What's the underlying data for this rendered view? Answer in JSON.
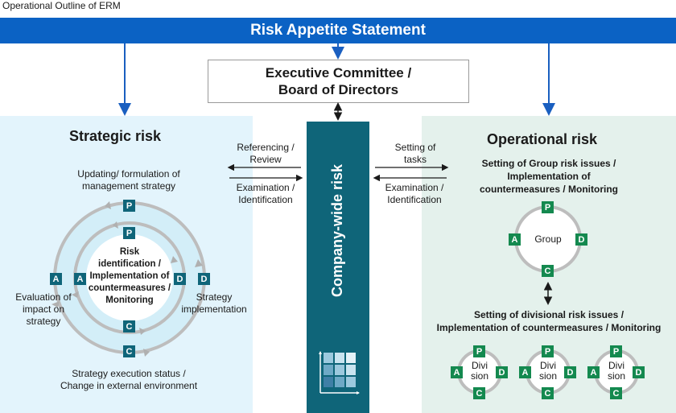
{
  "page_title": "Operational Outline of ERM",
  "banner": "Risk Appetite Statement",
  "exec": {
    "line1": "Executive Committee /",
    "line2": "Board of Directors"
  },
  "center_label": "Company-wide risk",
  "arrows": {
    "ref_review": [
      "Referencing /",
      "Review"
    ],
    "exam_ident_left": [
      "Examination /",
      "Identification"
    ],
    "setting_tasks": [
      "Setting of",
      "tasks"
    ],
    "exam_ident_right": [
      "Examination /",
      "Identification"
    ]
  },
  "strategic": {
    "heading": "Strategic risk",
    "top_label": [
      "Updating/ formulation of",
      "management strategy"
    ],
    "center_text": [
      "Risk",
      "identification /",
      "Implementation of",
      "countermeasures /",
      "Monitoring"
    ],
    "left_label": [
      "Evaluation of",
      "impact on",
      "strategy"
    ],
    "right_label": [
      "Strategy",
      "implementation"
    ],
    "bottom_label": [
      "Strategy execution status /",
      "Change in external environment"
    ],
    "badges": {
      "p": "P",
      "d": "D",
      "c": "C",
      "a": "A"
    }
  },
  "operational": {
    "heading": "Operational risk",
    "group_title": [
      "Setting of Group risk issues /",
      "Implementation of",
      "countermeasures / Monitoring"
    ],
    "group_label": "Group",
    "division_title": [
      "Setting of divisional risk issues /",
      "Implementation of countermeasures / Monitoring"
    ],
    "division_label": [
      "Divi",
      "sion"
    ],
    "badges": {
      "p": "P",
      "d": "D",
      "c": "C",
      "a": "A"
    }
  },
  "colors": {
    "banner": "#0b62c4",
    "company_wide": "#0f6579",
    "strategic_bg": "#e3f4fc",
    "operational_bg": "#e4f1ec",
    "badge_green": "#14894f"
  },
  "icons": [
    "matrix-chart-icon"
  ]
}
